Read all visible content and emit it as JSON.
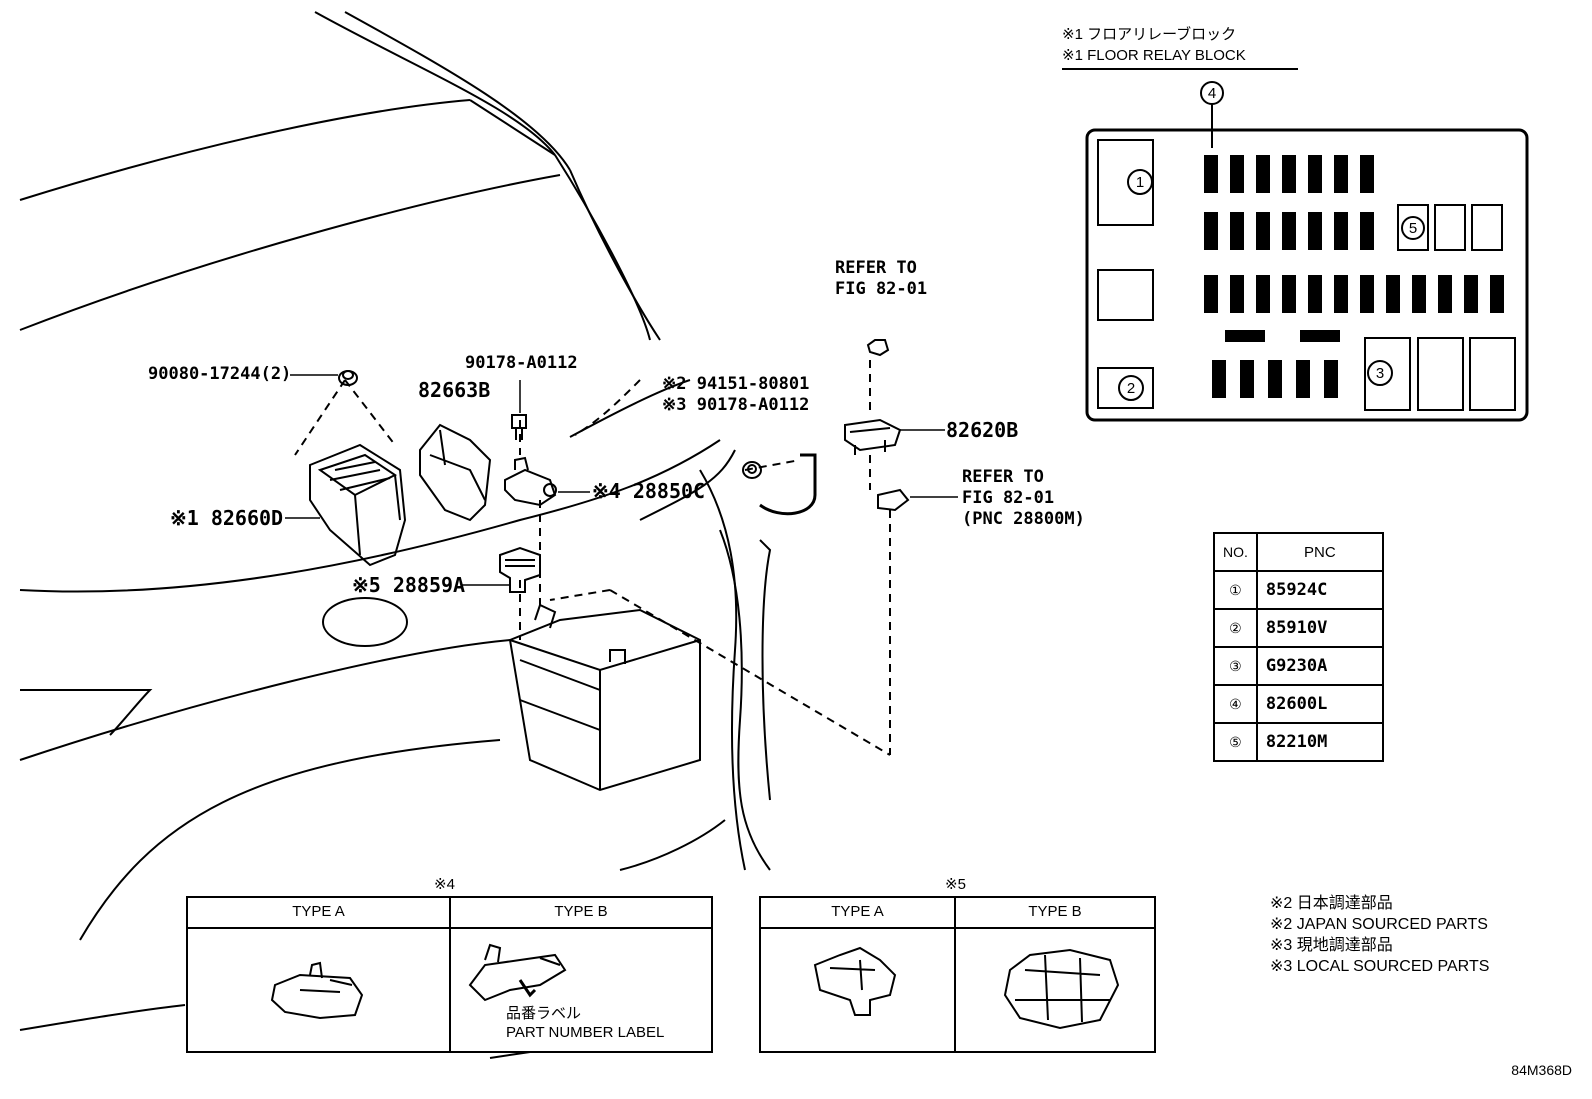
{
  "relay_block": {
    "title_jp": "※1 フロアリレーブロック",
    "title_en": "※1 FLOOR RELAY BLOCK",
    "slot_labels": [
      "①",
      "②",
      "③",
      "④",
      "⑤"
    ]
  },
  "callouts": {
    "nut": "90080-17244(2)",
    "cover": "82663B",
    "clip_top": "90178-A0112",
    "j2": "※2 94151-80801",
    "j3": "※3 90178-A0112",
    "block": "※1 82660D",
    "fuse_c": "※4 28850C",
    "cover_a": "※5 28859A",
    "relay_b": "82620B",
    "refer_top_1": "REFER TO",
    "refer_top_2": "FIG 82-01",
    "refer_mid_1": "REFER TO",
    "refer_mid_2": "FIG 82-01",
    "refer_mid_3": "(PNC 28800M)"
  },
  "pnc_table": {
    "col_no": "NO.",
    "col_pnc": "PNC",
    "rows": [
      {
        "no": "①",
        "pnc": "85924C"
      },
      {
        "no": "②",
        "pnc": "85910V"
      },
      {
        "no": "③",
        "pnc": "G9230A"
      },
      {
        "no": "④",
        "pnc": "82600L"
      },
      {
        "no": "⑤",
        "pnc": "82210M"
      }
    ]
  },
  "variants_4": {
    "mark": "※4",
    "type_a": "TYPE A",
    "type_b": "TYPE B",
    "label_jp": "品番ラベル",
    "label_en": "PART NUMBER LABEL"
  },
  "variants_5": {
    "mark": "※5",
    "type_a": "TYPE A",
    "type_b": "TYPE B"
  },
  "notes": [
    "※2 日本調達部品",
    "※2 JAPAN SOURCED PARTS",
    "※3 現地調達部品",
    "※3 LOCAL SOURCED PARTS"
  ],
  "ref_code": "84M368D"
}
